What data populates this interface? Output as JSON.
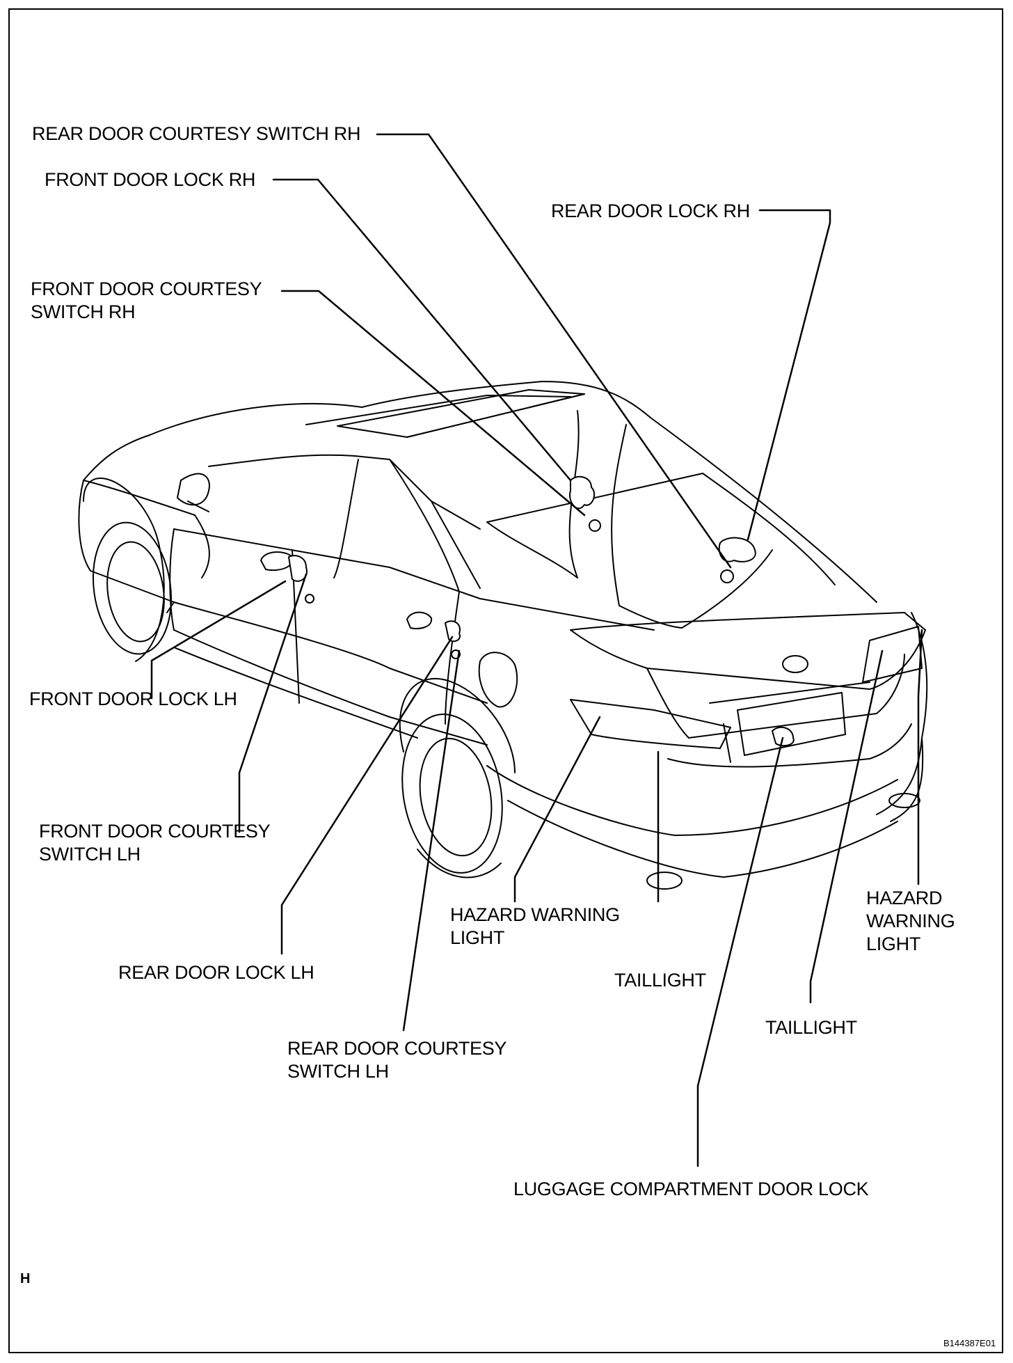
{
  "labels": {
    "rear_door_courtesy_switch_rh": "REAR DOOR COURTESY SWITCH RH",
    "front_door_lock_rh": "FRONT DOOR LOCK RH",
    "rear_door_lock_rh": "REAR DOOR LOCK RH",
    "front_door_courtesy_switch_rh": [
      "FRONT DOOR COURTESY",
      "SWITCH RH"
    ],
    "front_door_lock_lh": "FRONT DOOR LOCK LH",
    "front_door_courtesy_switch_lh": [
      "FRONT DOOR COURTESY",
      "SWITCH LH"
    ],
    "rear_door_lock_lh": "REAR DOOR LOCK LH",
    "rear_door_courtesy_switch_lh": [
      "REAR DOOR COURTESY",
      "SWITCH LH"
    ],
    "hazard_warning_light_left": [
      "HAZARD WARNING",
      "LIGHT"
    ],
    "taillight_center": "TAILLIGHT",
    "hazard_warning_light_right": [
      "HAZARD",
      "WARNING",
      "LIGHT"
    ],
    "taillight_right": "TAILLIGHT",
    "luggage_compartment_door_lock": "LUGGAGE COMPARTMENT DOOR LOCK"
  },
  "section_marker": "H",
  "figure_code": "B144387E01"
}
